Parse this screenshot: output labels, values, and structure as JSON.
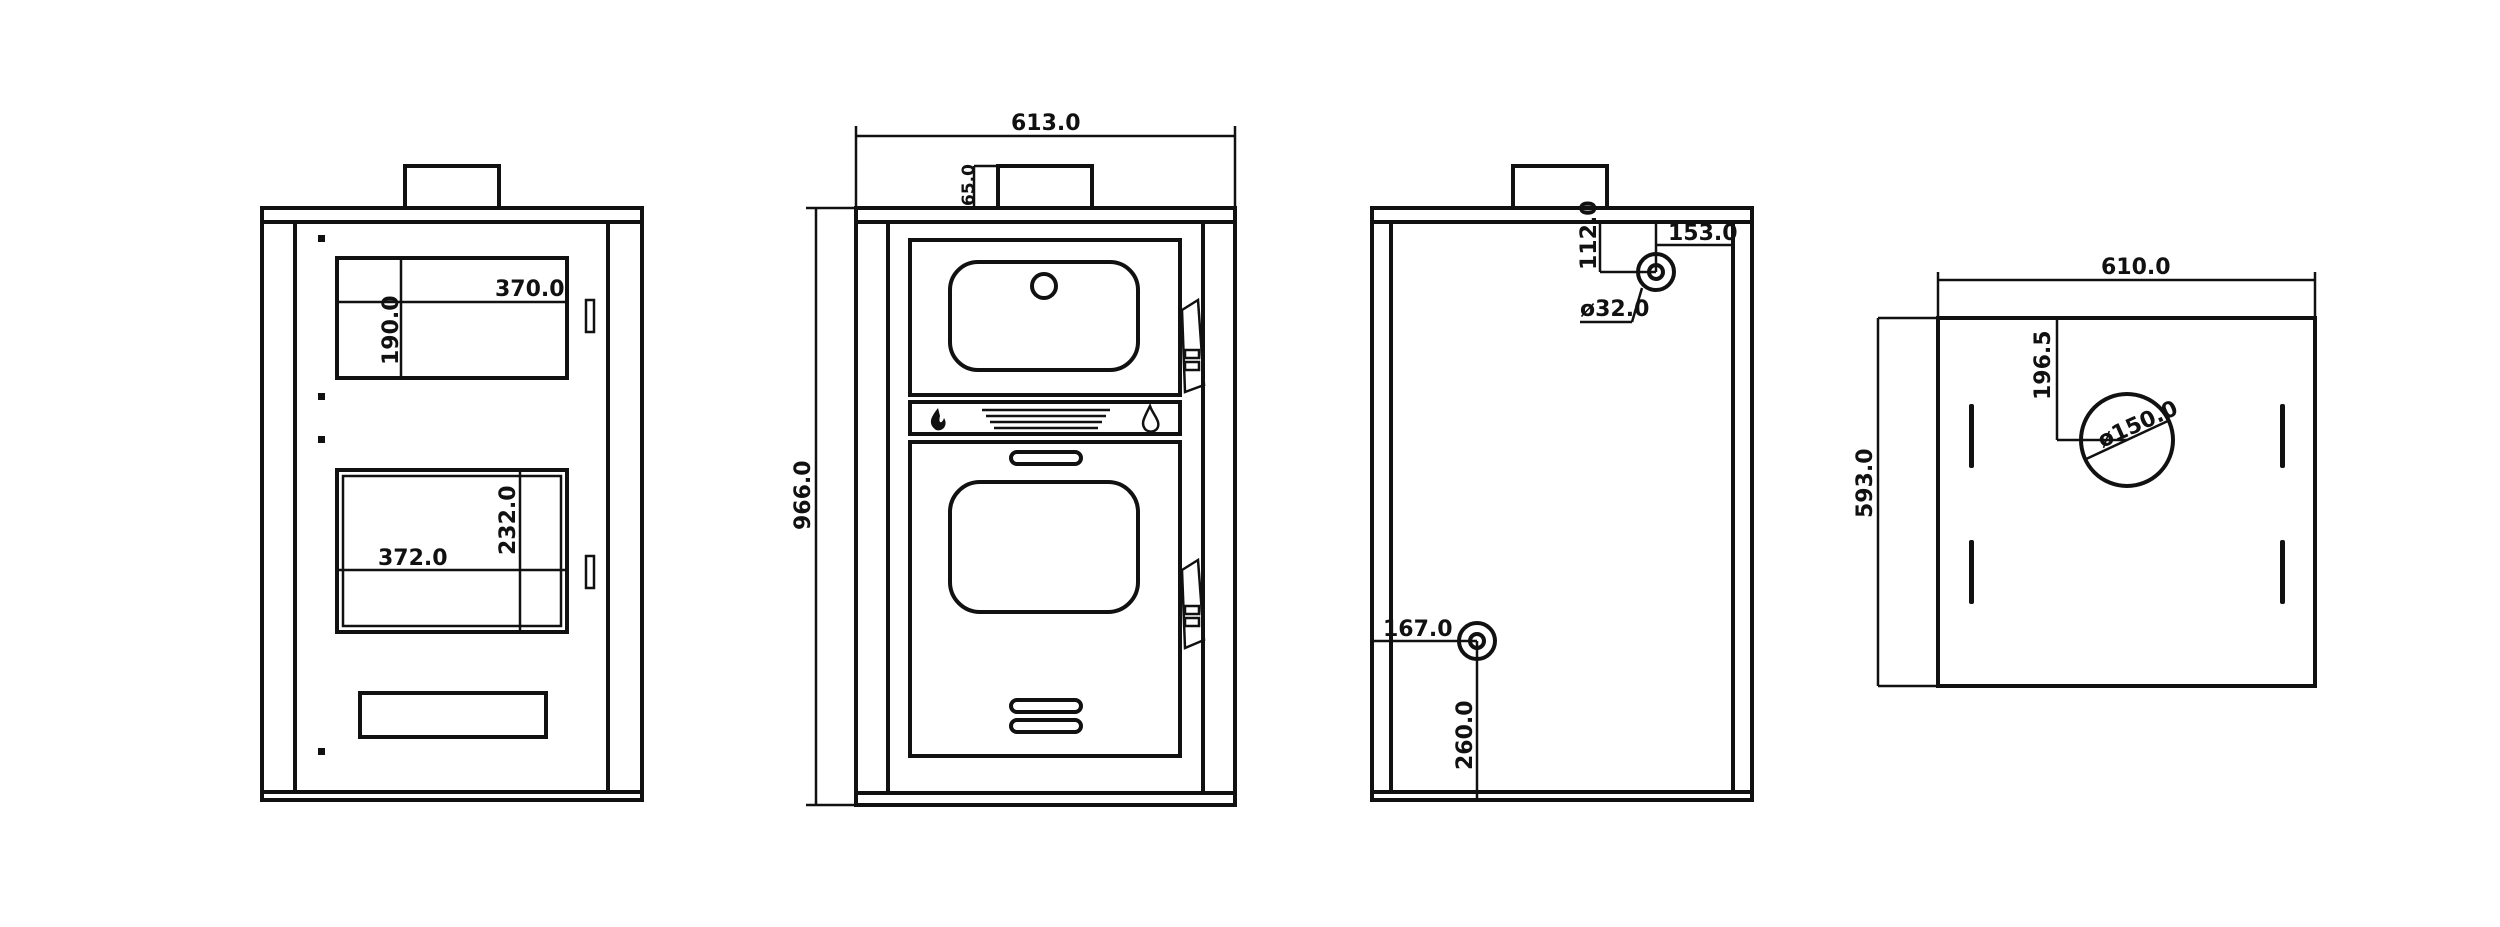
{
  "colors": {
    "stroke": "#111111",
    "background": "#ffffff"
  },
  "views": {
    "front_doors": {
      "loading_door_width": "370.0",
      "loading_door_height": "190.0",
      "ash_door_width": "372.0",
      "ash_door_height": "232.0"
    },
    "front_oven": {
      "overall_width": "613.0",
      "overall_height": "966.0",
      "flue_height": "65.0",
      "icons": [
        "flame-icon",
        "water-drop-icon"
      ]
    },
    "rear": {
      "pipe_top_from_top": "112.0",
      "pipe_top_from_side": "153.0",
      "pipe_diameter": "ø32.0",
      "pipe_bottom_from_side": "167.0",
      "pipe_bottom_from_floor": "260.0"
    },
    "top": {
      "width": "610.0",
      "depth": "593.0",
      "flue_offset": "196.5",
      "flue_diameter": "ø150.0"
    }
  }
}
